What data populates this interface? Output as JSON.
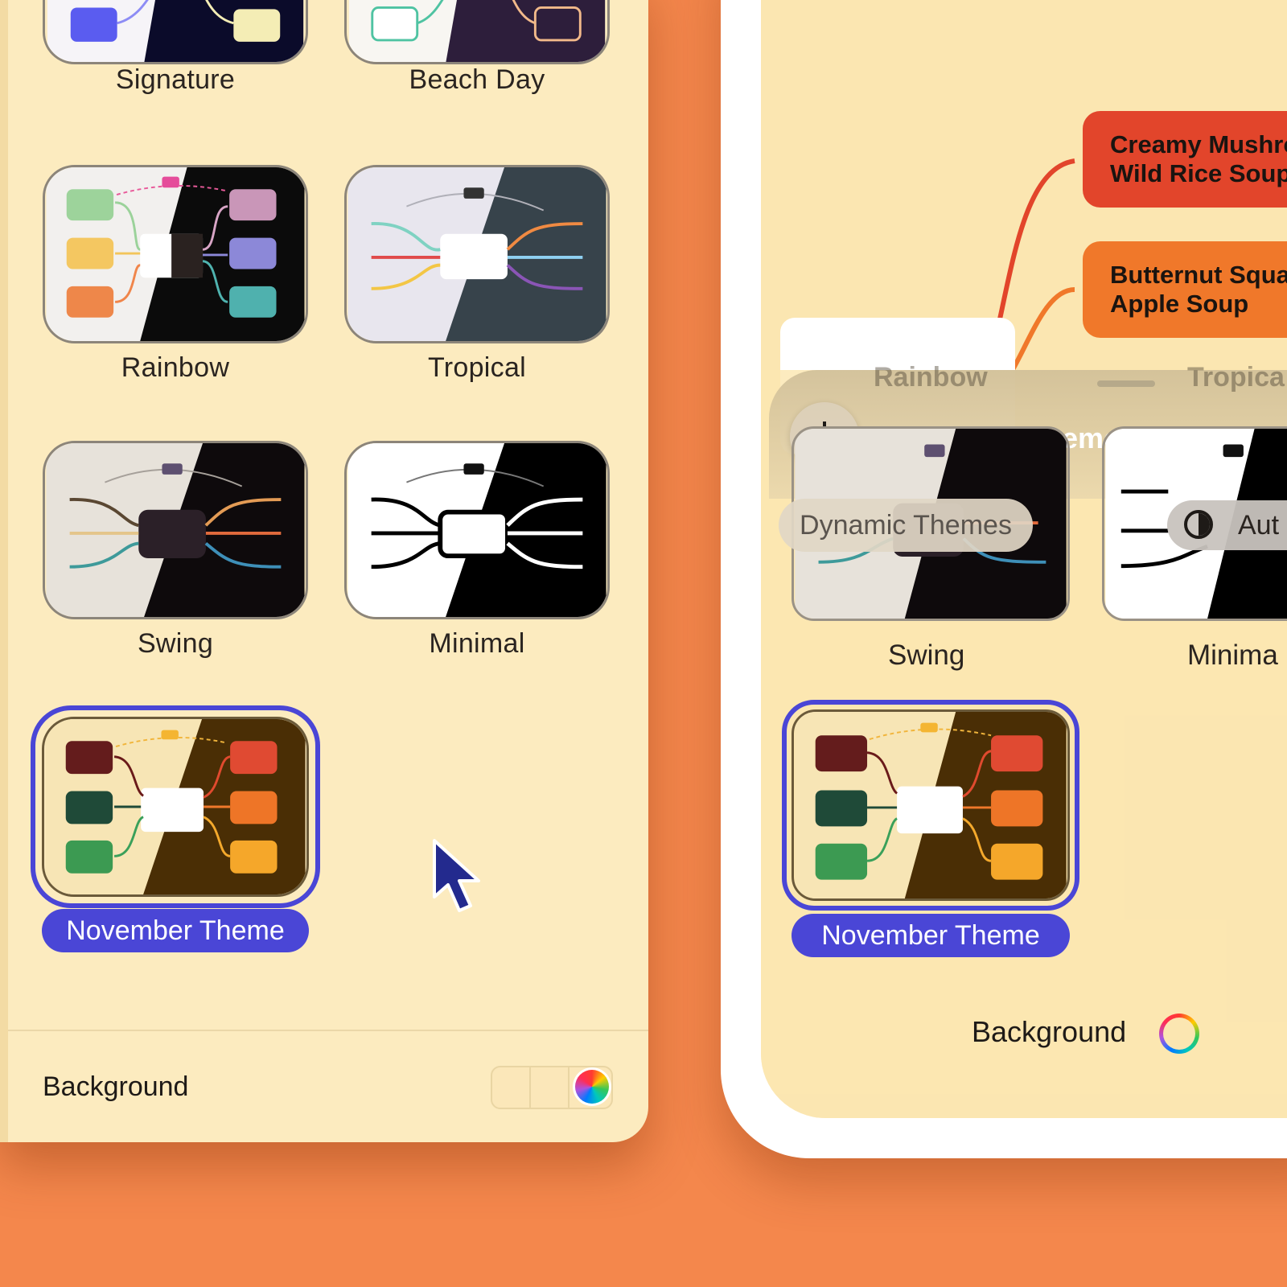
{
  "mac": {
    "themes": [
      {
        "label": "Signature"
      },
      {
        "label": "Beach Day"
      },
      {
        "label": "Rainbow"
      },
      {
        "label": "Tropical"
      },
      {
        "label": "Swing"
      },
      {
        "label": "Minimal"
      },
      {
        "label": "November Theme",
        "selected": true
      }
    ],
    "background_label": "Background"
  },
  "ipad": {
    "nodes": [
      {
        "line1": "Creamy Mushro",
        "line2": "Wild Rice Soup",
        "color": "#E2452B"
      },
      {
        "line1": "Butternut Squa",
        "line2": "Apple Soup",
        "color": "#F0782A"
      }
    ],
    "sheet_title": "Themes",
    "ghost_left": "Rainbow",
    "ghost_right": "Tropica",
    "dynamic_themes": "Dynamic Themes",
    "auto_label": "Aut",
    "themes": [
      {
        "label": "Swing"
      },
      {
        "label": "Minima"
      },
      {
        "label": "November Theme",
        "selected": true
      }
    ],
    "background_label": "Background"
  },
  "colors": {
    "accent": "#4A46D6",
    "page_bg": "#F4874C",
    "panel_bg": "#FCEBBF"
  }
}
